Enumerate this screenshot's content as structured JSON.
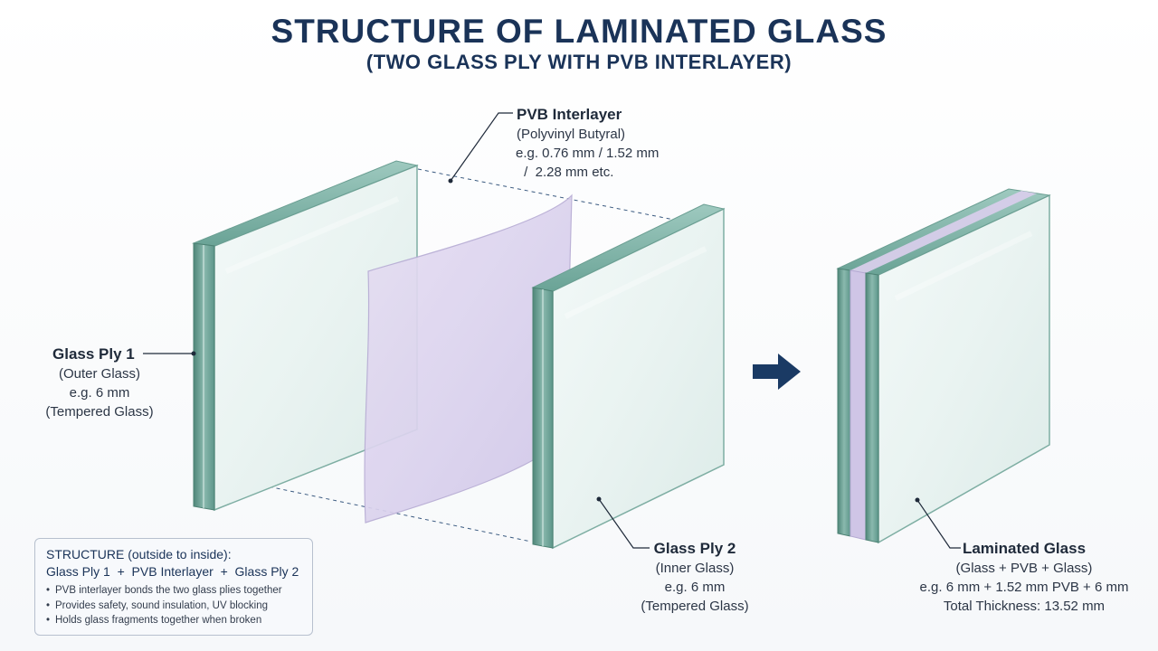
{
  "title": "STRUCTURE OF LAMINATED GLASS",
  "subtitle": "(TWO GLASS PLY WITH PVB INTERLAYER)",
  "labels": {
    "ply1": {
      "head": "Glass Ply 1",
      "lines": [
        "(Outer Glass)",
        "e.g. 6 mm",
        "(Tempered Glass)"
      ]
    },
    "pvb": {
      "head": "PVB Interlayer",
      "lines": [
        "(Polyvinyl Butyral)",
        "e.g. 0.76 mm / 1.52 mm",
        " /  2.28 mm etc."
      ]
    },
    "ply2": {
      "head": "Glass Ply 2",
      "lines": [
        "(Inner Glass)",
        "e.g. 6 mm",
        "(Tempered Glass)"
      ]
    },
    "laminated": {
      "head": "Laminated Glass",
      "lines": [
        "(Glass + PVB + Glass)",
        "e.g. 6 mm + 1.52 mm PVB + 6 mm",
        "Total Thickness: 13.52 mm"
      ]
    }
  },
  "note": {
    "title": "STRUCTURE (outside to inside):",
    "formula": "Glass Ply 1  +  PVB Interlayer  +  Glass Ply 2",
    "bullets": [
      "PVB interlayer bonds the two glass plies together",
      "Provides safety, sound insulation, UV blocking",
      "Holds glass fragments together when broken"
    ]
  },
  "colors": {
    "title": "#1a3358",
    "arrow": "#1a3a64",
    "glass_face": "#eef6f4",
    "glass_edge": "#5f9a8e",
    "pvb": "#d9d1ec"
  }
}
